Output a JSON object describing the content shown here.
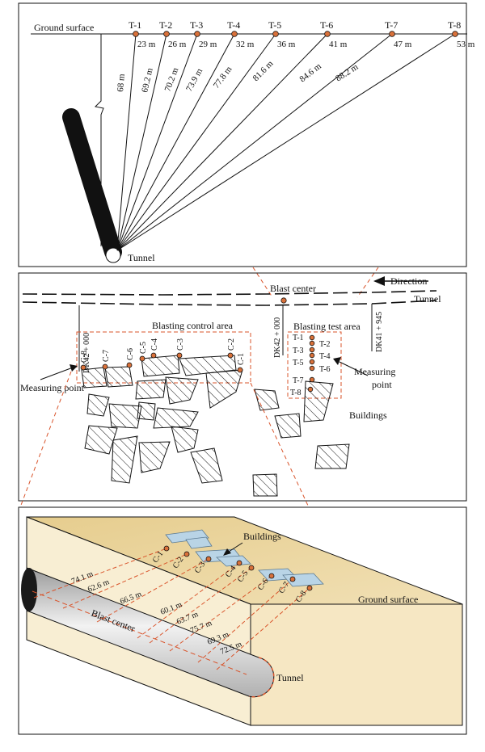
{
  "panel_a": {
    "ground_surface_label": "Ground surface",
    "tunnel_label": "Tunnel",
    "points": [
      {
        "id": "T-1",
        "depth": "23 m",
        "slant": "68 m"
      },
      {
        "id": "T-2",
        "depth": "26 m",
        "slant": "69.2 m"
      },
      {
        "id": "T-3",
        "depth": "29 m",
        "slant": "70.2 m"
      },
      {
        "id": "T-4",
        "depth": "32 m",
        "slant": "73.9 m"
      },
      {
        "id": "T-5",
        "depth": "36 m",
        "slant": "77.8 m"
      },
      {
        "id": "T-6",
        "depth": "41 m",
        "slant": "81.6 m"
      },
      {
        "id": "T-7",
        "depth": "47 m",
        "slant": "84.6 m"
      },
      {
        "id": "T-8",
        "depth": "53 m",
        "slant": "88.2 m"
      }
    ]
  },
  "panel_b": {
    "direction_label": "Direction",
    "tunnel_label": "Tunnel",
    "blast_center_label": "Blast center",
    "chainage_1": "DK42 + 000",
    "chainage_2": "DK42 + 000",
    "chainage_3": "DK41 + 945",
    "control_area_label": "Blasting control area",
    "test_area_label": "Blasting test area",
    "measuring_point_left": "Measuring point",
    "measuring_point_right": "Measuring point",
    "buildings_label": "Buildings",
    "c_points": [
      "C-8",
      "C-7",
      "C-6",
      "C-5",
      "C-4",
      "C-3",
      "C-2",
      "C-1"
    ],
    "t_left": [
      "T-1",
      "T-3",
      "T-5",
      "T-7",
      "T-8"
    ],
    "t_right": [
      "T-2",
      "T-4",
      "T-6"
    ]
  },
  "panel_c": {
    "buildings_label": "Buildings",
    "ground_surface_label": "Ground surface",
    "blast_center_label": "Blast center",
    "tunnel_label": "Tunnel",
    "c_points": [
      "C-1",
      "C-2",
      "C-3",
      "C-4",
      "C-5",
      "C-6",
      "C-7",
      "C-8"
    ],
    "distances": [
      "74.1 m",
      "62.6 m",
      "66.5 m",
      "60.1 m",
      "63.7 m",
      "75.7 m",
      "69.3 m",
      "72.5 m"
    ]
  },
  "colors": {
    "point_fill": "#d9713a",
    "dashed_red": "#d9542b",
    "sand_top": "#ecd7a1",
    "sand_front": "#f8eed3",
    "building_blue": "#b9d4e6"
  }
}
